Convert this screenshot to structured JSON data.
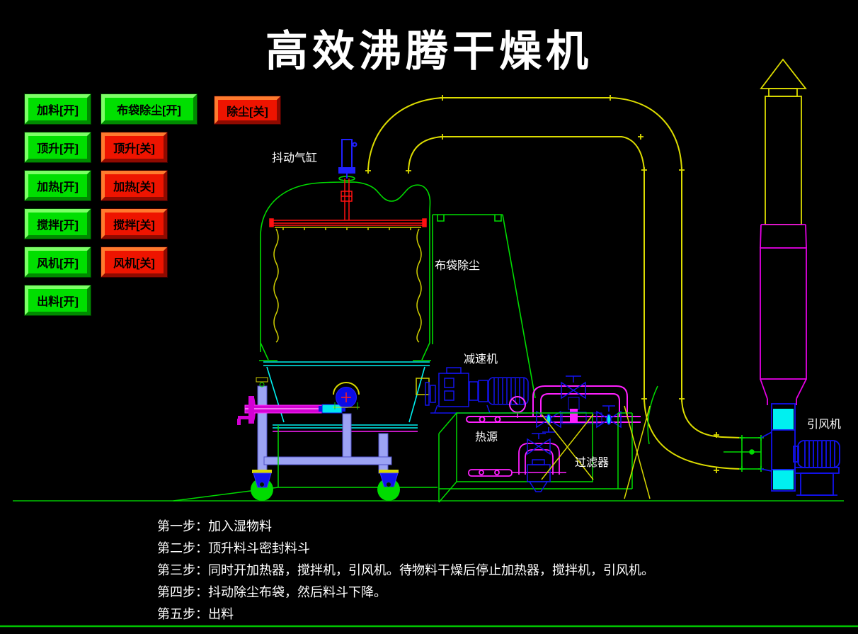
{
  "title": "高效沸腾干燥机",
  "buttons": [
    {
      "label": "加料[开]",
      "state": "on"
    },
    {
      "label": "布袋除尘[开]",
      "state": "on"
    },
    {
      "label": "除尘[关]",
      "state": "off"
    },
    {
      "label": "顶升[开]",
      "state": "on"
    },
    {
      "label": "顶升[关]",
      "state": "off"
    },
    {
      "label": "加热[开]",
      "state": "on"
    },
    {
      "label": "加热[关]",
      "state": "off"
    },
    {
      "label": "搅拌[开]",
      "state": "on"
    },
    {
      "label": "搅拌[关]",
      "state": "off"
    },
    {
      "label": "风机[开]",
      "state": "on"
    },
    {
      "label": "风机[关]",
      "state": "off"
    },
    {
      "label": "出料[开]",
      "state": "on"
    }
  ],
  "diagram_labels": {
    "shaker_cylinder": "抖动气缸",
    "bag_filter": "布袋除尘",
    "reducer": "减速机",
    "heat_source": "热源",
    "filter": "过滤器",
    "induced_fan": "引风机"
  },
  "steps": [
    "第一步：加入湿物料",
    "第二步：顶升料斗密封料斗",
    "第三步：同时开加热器，搅拌机，引风机。待物料干燥后停止加热器，搅拌机，引风机。",
    "第四步：抖动除尘布袋，然后料斗下降。",
    "第五步：出料"
  ],
  "colors": {
    "button_on": "#00DF00",
    "button_off": "#EE1400",
    "machine_green": "#00DB00",
    "duct_yellow": "#DCDC00",
    "pipe_magenta": "#FF20FF",
    "component_blue": "#1212EE",
    "hopper_cyan": "#00F0F0",
    "shaker_red": "#FF1010",
    "frame_periwinkle": "#9CA3F4"
  }
}
